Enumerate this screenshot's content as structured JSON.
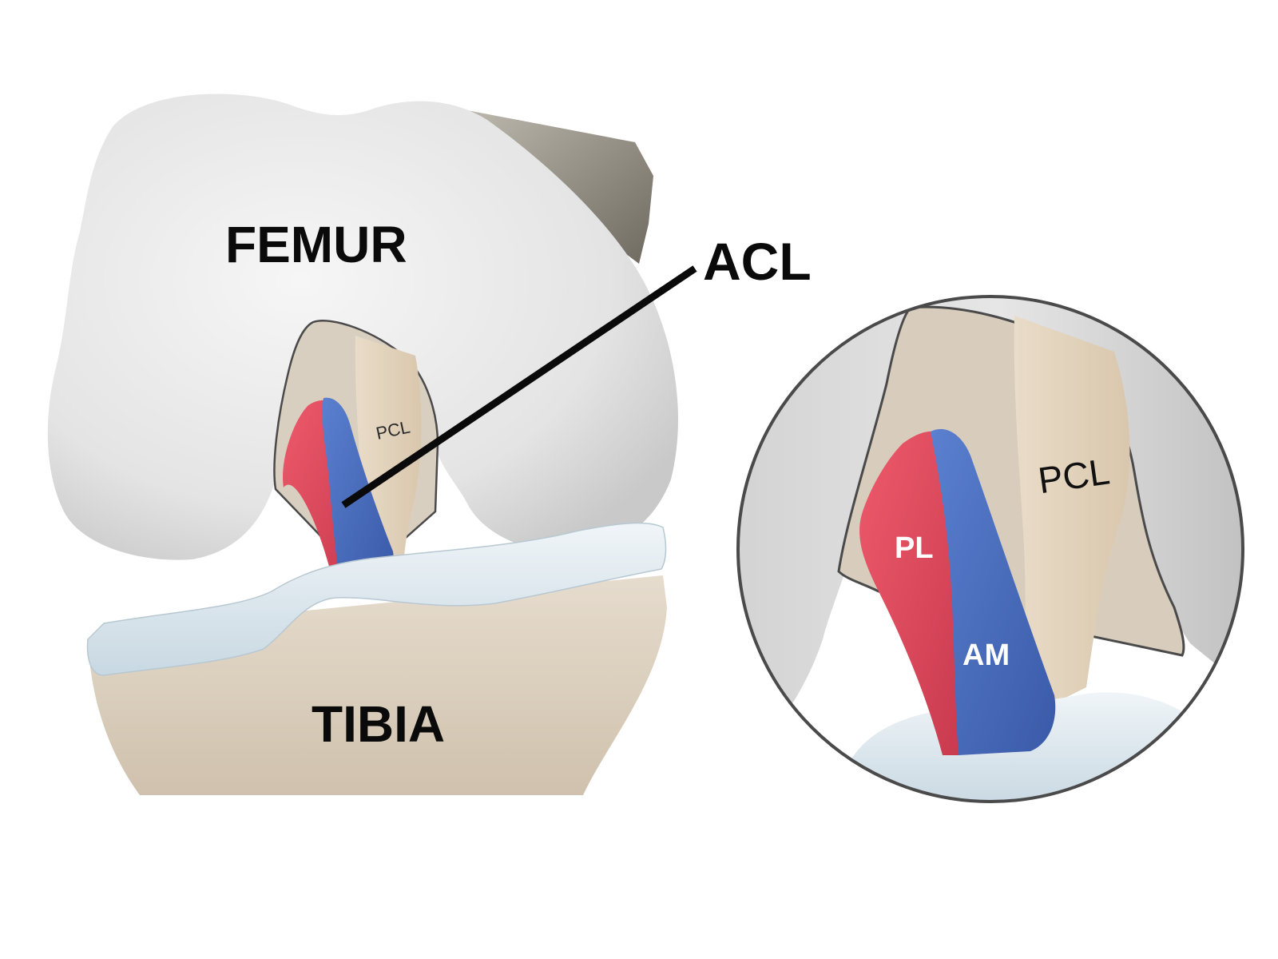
{
  "labels": {
    "femur": "FEMUR",
    "tibia": "TIBIA",
    "acl": "ACL",
    "pcl_small": "PCL",
    "pcl_zoom": "PCL",
    "posterolateral": "PL",
    "anteromedial": "AM"
  },
  "colors": {
    "bone": "#e7e7e7",
    "bone_shadow": "#cfcfcf",
    "ligament_tan": "#e6d7c2",
    "tibia": "#ddd0bf",
    "meniscus": "#dfe9ef",
    "pl_bundle": "#e0485c",
    "am_bundle": "#4a6fc0",
    "callout_line": "#0a0a0a"
  }
}
